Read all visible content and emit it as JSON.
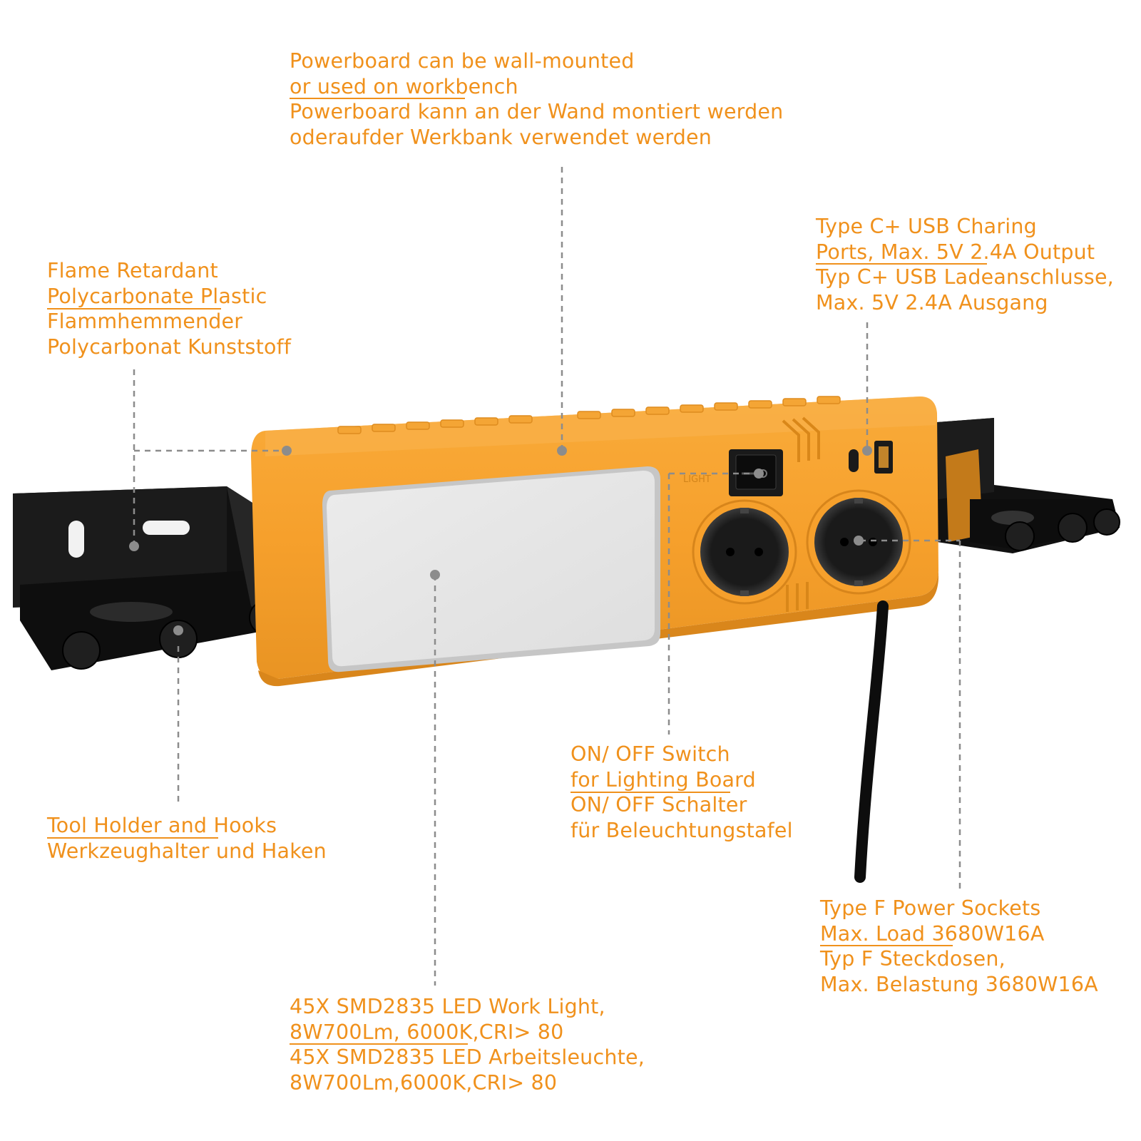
{
  "colors": {
    "accent_text": "#f0911c",
    "housing_orange": "#f7a22f",
    "housing_dark_orange": "#e08d1f",
    "bracket_black": "#141414",
    "light_panel": "#e6e6e6",
    "leader_gray": "#8c8c8c"
  },
  "callouts": {
    "wall_mount": {
      "lines": [
        "Powerboard can be wall-mounted",
        "or used on workbench",
        "Powerboard kann an der Wand montiert werden",
        "oderaufder Werkbank verwendet werden"
      ]
    },
    "flame_retardant": {
      "lines": [
        "Flame Retardant",
        "Polycarbonate Plastic",
        "Flammhemmender",
        "Polycarbonat Kunststoff"
      ]
    },
    "usb_ports": {
      "lines": [
        "Type C+ USB Charing",
        "Ports, Max. 5V 2.4A Output",
        "Typ C+ USB Ladeanschlusse,",
        "Max. 5V 2.4A Ausgang"
      ]
    },
    "tool_holder": {
      "lines": [
        "Tool Holder and Hooks",
        "Werkzeughalter und Haken"
      ]
    },
    "switch": {
      "lines": [
        "ON/ OFF Switch",
        "for Lighting Board",
        "ON/ OFF Schalter",
        "für Beleuchtungstafel"
      ]
    },
    "sockets": {
      "lines": [
        "Type F Power Sockets",
        "Max. Load 3680W16A",
        "Typ F Steckdosen,",
        "Max. Belastung 3680W16A"
      ]
    },
    "led_light": {
      "lines": [
        "45X SMD2835 LED Work Light,",
        "8W700Lm, 6000K,CRI> 80",
        "45X SMD2835 LED Arbeitsleuchte,",
        "8W700Lm,6000K,CRI> 80"
      ]
    }
  },
  "device": {
    "switch_label": "LIGHT"
  }
}
